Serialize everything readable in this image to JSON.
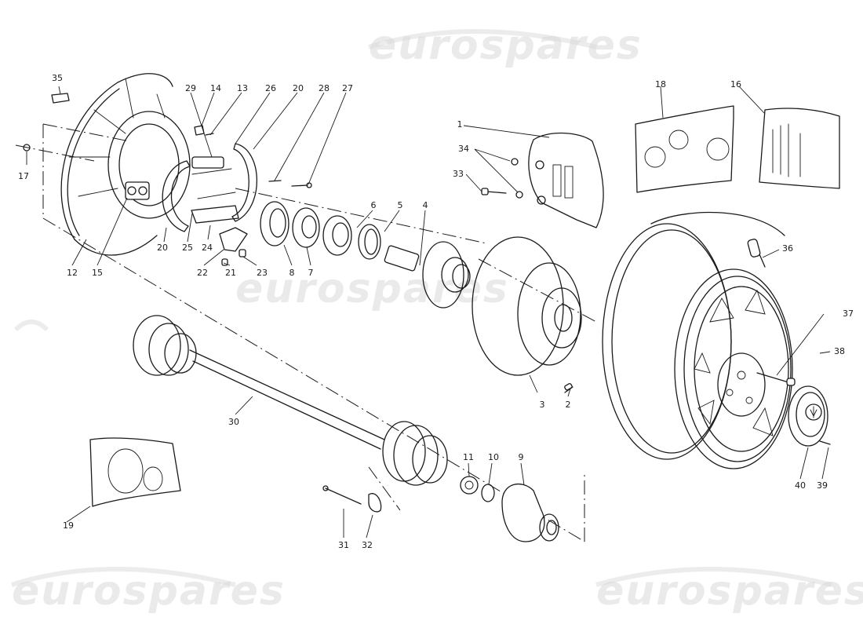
{
  "diagram": {
    "title": "Rear hub, brakes, drive shaft and wheel exploded view",
    "watermark": "eurospares",
    "callouts": [
      {
        "id": "35",
        "part": "brake-shoe-pin-cap"
      },
      {
        "id": "17",
        "part": "plug"
      },
      {
        "id": "12",
        "part": "backing-plate"
      },
      {
        "id": "15",
        "part": "bracket"
      },
      {
        "id": "29",
        "part": "wheel-cylinder"
      },
      {
        "id": "14",
        "part": "washer"
      },
      {
        "id": "13",
        "part": "screw"
      },
      {
        "id": "26",
        "part": "spring"
      },
      {
        "id": "20",
        "part": "brake-shoe-right"
      },
      {
        "id": "28",
        "part": "adjuster"
      },
      {
        "id": "27",
        "part": "pin"
      },
      {
        "id": "20",
        "part": "brake-shoe-left"
      },
      {
        "id": "25",
        "part": "spring-lower"
      },
      {
        "id": "24",
        "part": "lever"
      },
      {
        "id": "22",
        "part": "lever-bracket"
      },
      {
        "id": "21",
        "part": "bush"
      },
      {
        "id": "23",
        "part": "cap"
      },
      {
        "id": "8",
        "part": "seal"
      },
      {
        "id": "7",
        "part": "bearing"
      },
      {
        "id": "6",
        "part": "bearing-outer"
      },
      {
        "id": "5",
        "part": "oil-seal"
      },
      {
        "id": "4",
        "part": "hub"
      },
      {
        "id": "1",
        "part": "brake-caliper"
      },
      {
        "id": "34",
        "part": "washers"
      },
      {
        "id": "33",
        "part": "caliper-bolt"
      },
      {
        "id": "18",
        "part": "reference-hub-illustration"
      },
      {
        "id": "16",
        "part": "reference-caliper-illustration"
      },
      {
        "id": "3",
        "part": "brake-disc"
      },
      {
        "id": "2",
        "part": "disc-screw"
      },
      {
        "id": "36",
        "part": "valve"
      },
      {
        "id": "37",
        "part": "wheel-stud"
      },
      {
        "id": "38",
        "part": "wheel-rim"
      },
      {
        "id": "39",
        "part": "cap-screw"
      },
      {
        "id": "40",
        "part": "hub-cap"
      },
      {
        "id": "30",
        "part": "drive-shaft"
      },
      {
        "id": "19",
        "part": "reference-joint-illustration"
      },
      {
        "id": "31",
        "part": "bolt"
      },
      {
        "id": "32",
        "part": "plate"
      },
      {
        "id": "11",
        "part": "nut"
      },
      {
        "id": "10",
        "part": "washer"
      },
      {
        "id": "9",
        "part": "hub-carrier"
      }
    ]
  }
}
